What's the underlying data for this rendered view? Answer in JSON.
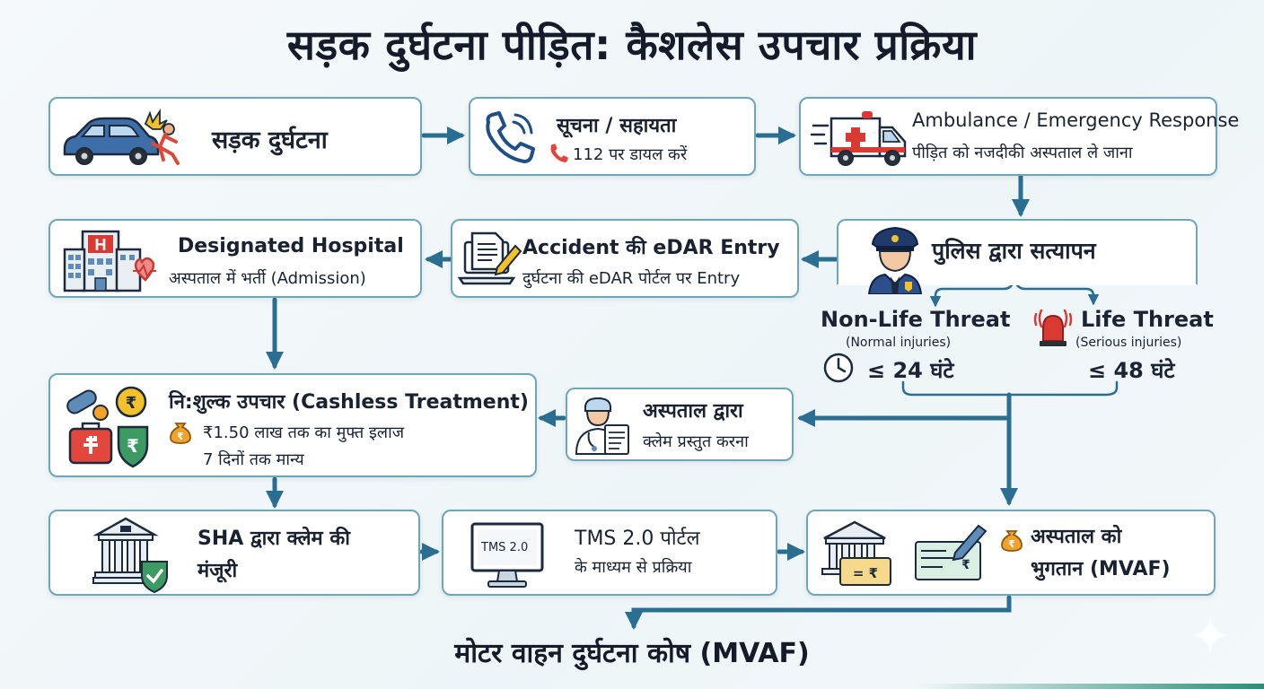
{
  "title": "सड़क दुर्घटना पीड़ित: कैशलेस उपचार प्रक्रिया",
  "steps": {
    "accident": {
      "label": "सड़क दुर्घटना"
    },
    "alert": {
      "title": "सूचना / सहायता",
      "detail": "112 पर डायल करें"
    },
    "ambulance": {
      "title": "Ambulance / Emergency Response",
      "detail": "पीड़ित को नजदीकी अस्पताल ले जाना"
    },
    "police": {
      "title": "पुलिस द्वारा सत्यापन"
    },
    "edar": {
      "title": "Accident की eDAR Entry",
      "detail": "दुर्घटना की eDAR पोर्टल पर Entry"
    },
    "hospital": {
      "title": "Designated Hospital",
      "detail": "अस्पताल में भर्ती (Admission)"
    },
    "non_life": {
      "title": "Non-Life Threat",
      "note": "(Normal injuries)",
      "time": "≤ 24 घंटे"
    },
    "life": {
      "title": "Life Threat",
      "note": "(Serious injuries)",
      "time": "≤ 48 घंटे"
    },
    "cashless": {
      "title": "नि:शुल्क उपचार (Cashless Treatment)",
      "detail1": "₹1.50 लाख तक का मुफ्त इलाज",
      "detail2": "7 दिनों तक मान्य"
    },
    "claim": {
      "title": "अस्पताल द्वारा",
      "detail": "क्लेम प्रस्तुत करना"
    },
    "sha": {
      "line1": "SHA द्वारा क्लेम की",
      "line2": "मंजूरी"
    },
    "tms": {
      "line1": "TMS 2.0 पोर्टल",
      "line2": "के माध्यम से प्रक्रिया",
      "screen_label": "TMS 2.0"
    },
    "payment": {
      "line1": "अस्पताल को",
      "line2": "भुगतान (MVAF)"
    }
  },
  "footer": {
    "fund_label": "मोटर वाहन दुर्घटना कोष (MVAF)"
  },
  "colors": {
    "arrow": "#2a6f92",
    "border": "#6ea6b6",
    "title": "#151b28",
    "accent_red": "#d93a33",
    "accent_orange": "#f2a22c",
    "accent_green": "#3d9a63"
  },
  "icons": [
    "car-crash-icon",
    "phone-icon",
    "ambulance-icon",
    "police-officer-icon",
    "laptop-document-icon",
    "hospital-building-icon",
    "clock-icon",
    "alarm-siren-icon",
    "medicine-coin-icon",
    "money-bag-icon",
    "doctor-clipboard-icon",
    "bank-shield-icon",
    "computer-monitor-icon",
    "bank-cheque-icon",
    "sparkle-icon"
  ]
}
